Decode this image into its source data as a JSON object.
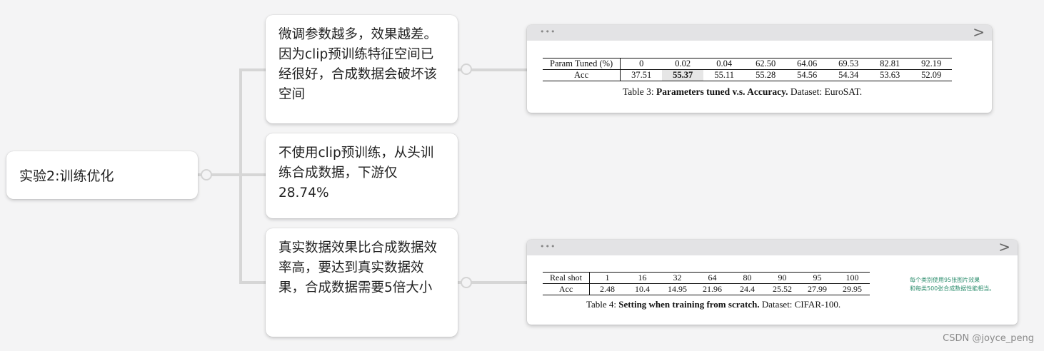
{
  "root": {
    "label": "实验2:训练优化"
  },
  "children": [
    {
      "text": "微调参数越多，效果越差。因为clip预训练特征空间已经很好，合成数据会破坏该空间"
    },
    {
      "text": "不使用clip预训练，从头训练合成数据，下游仅28.74%"
    },
    {
      "text": "真实数据效果比合成数据效率高，要达到真实数据效果，合成数据需要5倍大小"
    }
  ],
  "card1": {
    "dots": "•••",
    "chevron": ">",
    "row1_header": "Param Tuned (%)",
    "row1": [
      "0",
      "0.02",
      "0.04",
      "62.50",
      "64.06",
      "69.53",
      "82.81",
      "92.19"
    ],
    "row2_header": "Acc",
    "row2": [
      "37.51",
      "55.37",
      "55.11",
      "55.28",
      "54.56",
      "54.34",
      "53.63",
      "52.09"
    ],
    "caption_prefix": "Table 3: ",
    "caption_bold": "Parameters tuned v.s. Accuracy.",
    "caption_suffix": " Dataset: EuroSAT."
  },
  "card2": {
    "dots": "•••",
    "chevron": ">",
    "row1_header": "Real shot",
    "row1": [
      "1",
      "16",
      "32",
      "64",
      "80",
      "90",
      "95",
      "100"
    ],
    "row2_header": "Acc",
    "row2": [
      "2.48",
      "10.4",
      "14.95",
      "21.96",
      "24.4",
      "25.52",
      "27.99",
      "29.95"
    ],
    "caption_prefix": "Table 4: ",
    "caption_bold": "Setting when training from scratch.",
    "caption_suffix": " Dataset: CIFAR-100.",
    "note_line1": "每个类别使用95张图片效果",
    "note_line2": "和每类500张合成数据性能相当。"
  },
  "watermark": "CSDN @joyce_peng"
}
